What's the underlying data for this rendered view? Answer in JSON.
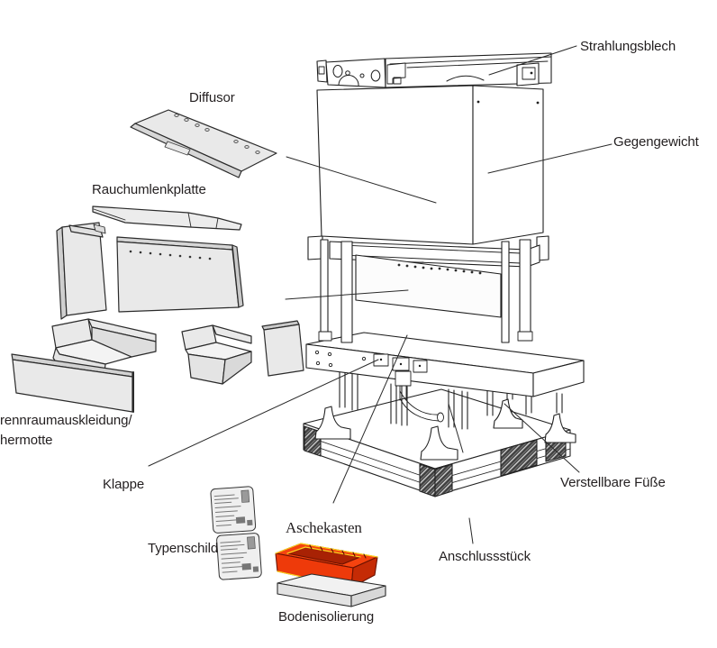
{
  "diagram": {
    "type": "exploded-parts-diagram",
    "subject": "fireplace-insert",
    "labels": {
      "strahlungsblech": "Strahlungsblech",
      "diffusor": "Diffusor",
      "gegengewicht": "Gegengewicht",
      "rauchumlenkplatte": "Rauchumlenkplatte",
      "brennraumauskleidung_line1": "rennraumauskleidung/",
      "brennraumauskleidung_line2": "hermotte",
      "klappe": "Klappe",
      "typenschild": "Typenschild",
      "aschekasten": "Aschekasten",
      "bodenisolierung": "Bodenisolierung",
      "anschlussstueck": "Anschlussstück",
      "verstellbare_fuesse": "Verstellbare Füße"
    },
    "colors": {
      "line": "#231f20",
      "part_fill": "#e9e9e9",
      "highlight_red": "#ee3a0a",
      "highlight_red_dark": "#c52b05",
      "highlight_yellow": "#ffd21e"
    }
  }
}
